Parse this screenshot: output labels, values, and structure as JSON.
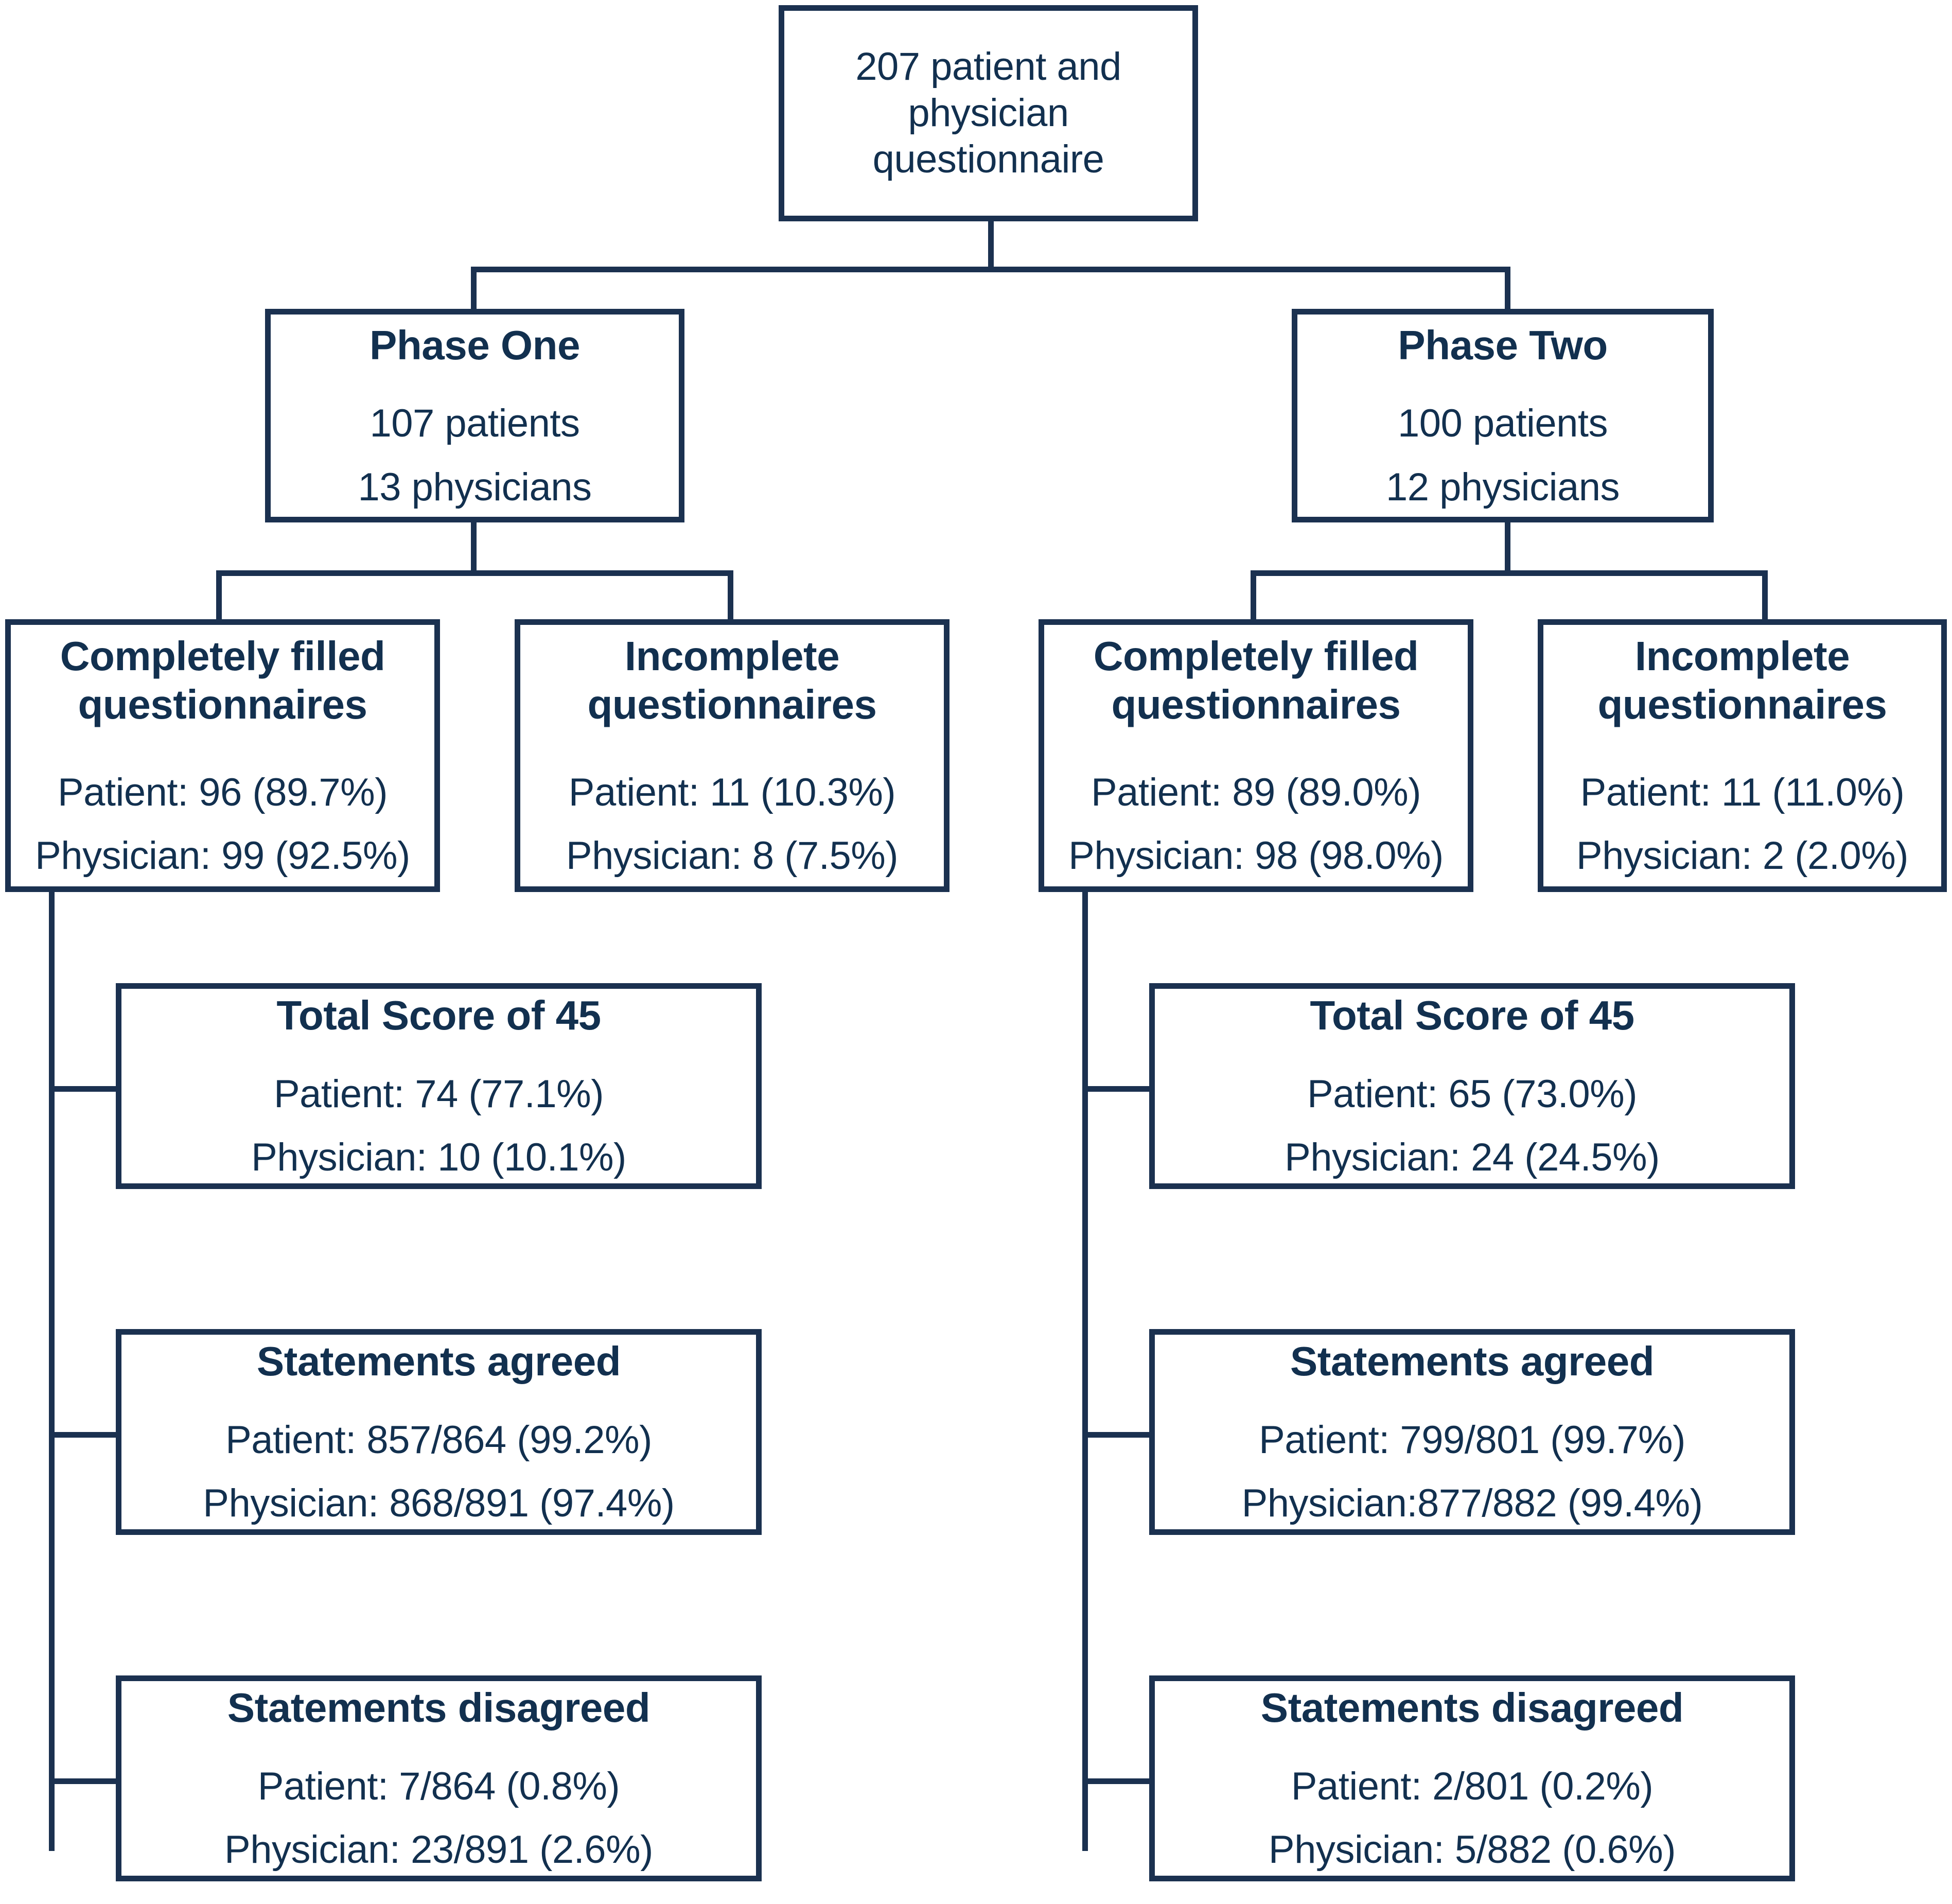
{
  "diagram": {
    "type": "flowchart",
    "title": "Patient and physician questionnaire study flow",
    "accent_color": "#1b3150",
    "background_color": "#ffffff"
  },
  "root": {
    "line1": "207 patient and",
    "line2": "physician",
    "line3": "questionnaire"
  },
  "phases": [
    {
      "title": "Phase One",
      "patients": "107 patients",
      "physicians": "13 physicians",
      "complete": {
        "title_line1": "Completely filled",
        "title_line2": "questionnaires",
        "patient": "Patient: 96 (89.7%)",
        "physician": "Physician: 99 (92.5%)"
      },
      "incomplete": {
        "title_line1": "Incomplete",
        "title_line2": "questionnaires",
        "patient": "Patient: 11 (10.3%)",
        "physician": "Physician: 8 (7.5%)"
      },
      "details": [
        {
          "title": "Total Score of 45",
          "patient": "Patient: 74 (77.1%)",
          "physician": "Physician: 10 (10.1%)"
        },
        {
          "title": "Statements agreed",
          "patient": "Patient: 857/864 (99.2%)",
          "physician": "Physician: 868/891 (97.4%)"
        },
        {
          "title": "Statements disagreed",
          "patient": "Patient: 7/864 (0.8%)",
          "physician": "Physician: 23/891 (2.6%)"
        }
      ]
    },
    {
      "title": "Phase Two",
      "patients": "100 patients",
      "physicians": "12 physicians",
      "complete": {
        "title_line1": "Completely filled",
        "title_line2": "questionnaires",
        "patient": "Patient: 89 (89.0%)",
        "physician": "Physician: 98 (98.0%)"
      },
      "incomplete": {
        "title_line1": "Incomplete",
        "title_line2": "questionnaires",
        "patient": "Patient: 11 (11.0%)",
        "physician": "Physician: 2 (2.0%)"
      },
      "details": [
        {
          "title": "Total Score of 45",
          "patient": "Patient: 65 (73.0%)",
          "physician": "Physician: 24 (24.5%)"
        },
        {
          "title": "Statements agreed",
          "patient": "Patient: 799/801 (99.7%)",
          "physician": "Physician:877/882 (99.4%)"
        },
        {
          "title": "Statements disagreed",
          "patient": "Patient: 2/801 (0.2%)",
          "physician": "Physician: 5/882 (0.6%)"
        }
      ]
    }
  ]
}
